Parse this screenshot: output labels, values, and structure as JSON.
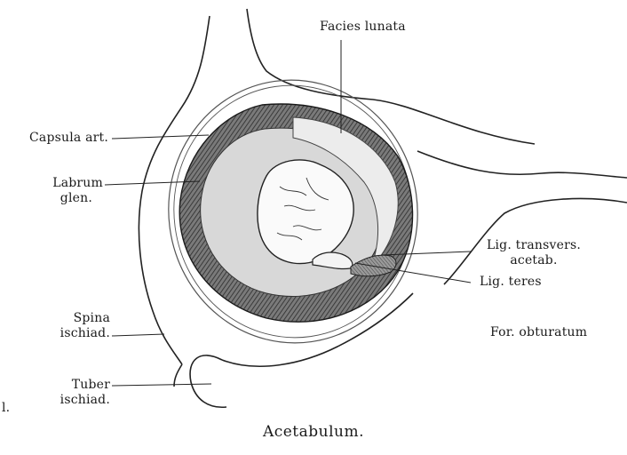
{
  "labels": {
    "facies_lunata": "Facies lunata",
    "capsula_art": "Capsula art.",
    "labrum_glen_1": "Labrum",
    "labrum_glen_2": "glen.",
    "lig_transvers_1": "Lig. transvers.",
    "lig_transvers_2": "acetab.",
    "lig_teres": "Lig. teres",
    "spina_ischiad_1": "Spina",
    "spina_ischiad_2": "ischiad.",
    "for_obturatum": "For. obturatum",
    "tuber_ischiad_1": "Tuber",
    "tuber_ischiad_2": "ischiad.",
    "edge_fragment": "l."
  },
  "caption": "Acetabulum."
}
